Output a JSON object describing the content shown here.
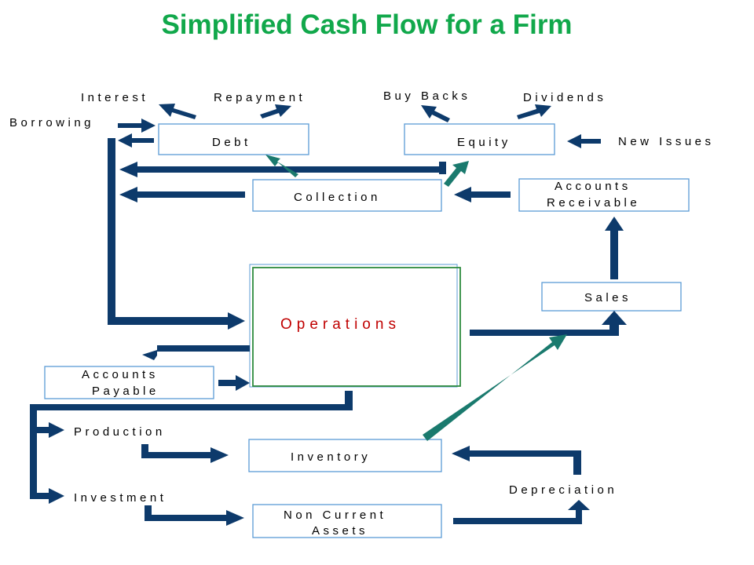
{
  "title": "Simplified Cash Flow for a Firm",
  "colors": {
    "title": "#11a84b",
    "arrow_primary": "#0d3a6b",
    "arrow_secondary": "#1a7a6e",
    "box_border": "#5b9bd5",
    "operations_border": "#2e8b3e",
    "operations_text": "#c00000"
  },
  "boxes": {
    "debt": "Debt",
    "equity": "Equity",
    "collection": "Collection",
    "accounts_receivable": [
      "Accounts",
      "Receivable"
    ],
    "operations": "Operations",
    "sales": "Sales",
    "accounts_payable": [
      "Accounts",
      "Payable"
    ],
    "inventory": "Inventory",
    "non_current_assets": [
      "Non Current",
      "Assets"
    ]
  },
  "labels": {
    "interest": "Interest",
    "repayment": "Repayment",
    "buy_backs": "Buy Backs",
    "dividends": "Dividends",
    "borrowing": "Borrowing",
    "new_issues": "New Issues",
    "production": "Production",
    "investment": "Investment",
    "depreciation": "Depreciation"
  }
}
